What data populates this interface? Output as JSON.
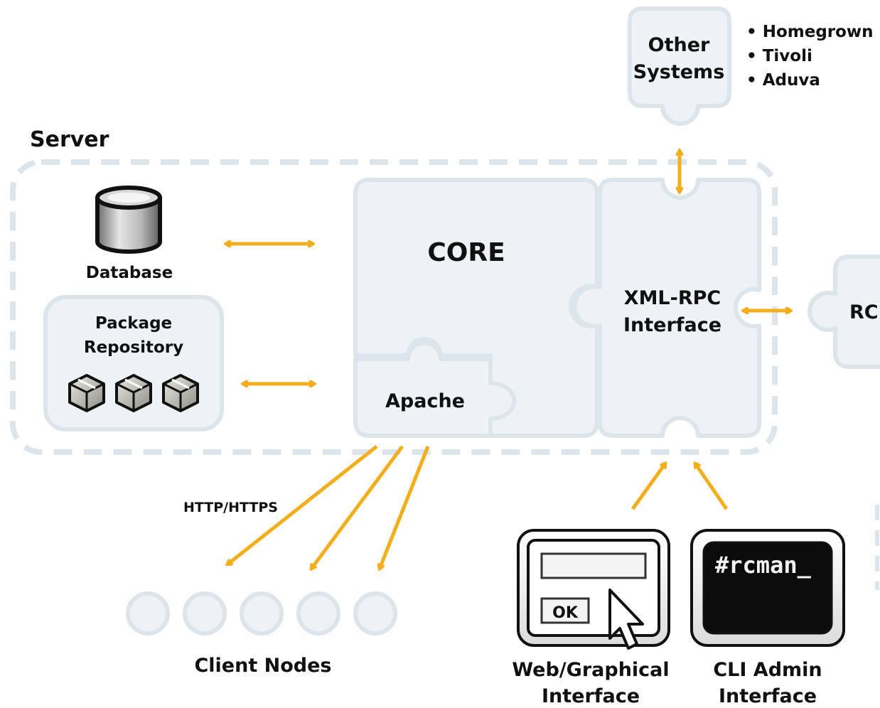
{
  "server": {
    "label": "Server"
  },
  "database": {
    "label": "Database"
  },
  "package_repository": {
    "label_line1": "Package",
    "label_line2": "Repository"
  },
  "core": {
    "label": "CORE"
  },
  "apache": {
    "label": "Apache"
  },
  "xmlrpc": {
    "label_line1": "XML-RPC",
    "label_line2": "Interface"
  },
  "other_systems": {
    "label_line1": "Other",
    "label_line2": "Systems",
    "bullets": [
      "• Homegrown",
      "• Tivoli",
      "• Aduva"
    ]
  },
  "rc": {
    "label": "RC"
  },
  "protocol": {
    "label": "HTTP/HTTPS"
  },
  "client_nodes": {
    "label": "Client Nodes",
    "count": 5
  },
  "web_interface": {
    "label_line1": "Web/Graphical",
    "label_line2": "Interface",
    "ok_label": "OK"
  },
  "cli_interface": {
    "label_line1": "CLI Admin",
    "label_line2": "Interface",
    "terminal_text": "#rcman_"
  },
  "colors": {
    "arrow": "#F2AE1C",
    "panel_fill": "#EEF2F5",
    "panel_stroke": "#DCE5EB",
    "dash": "#DCE5EB",
    "text": "#111111"
  }
}
